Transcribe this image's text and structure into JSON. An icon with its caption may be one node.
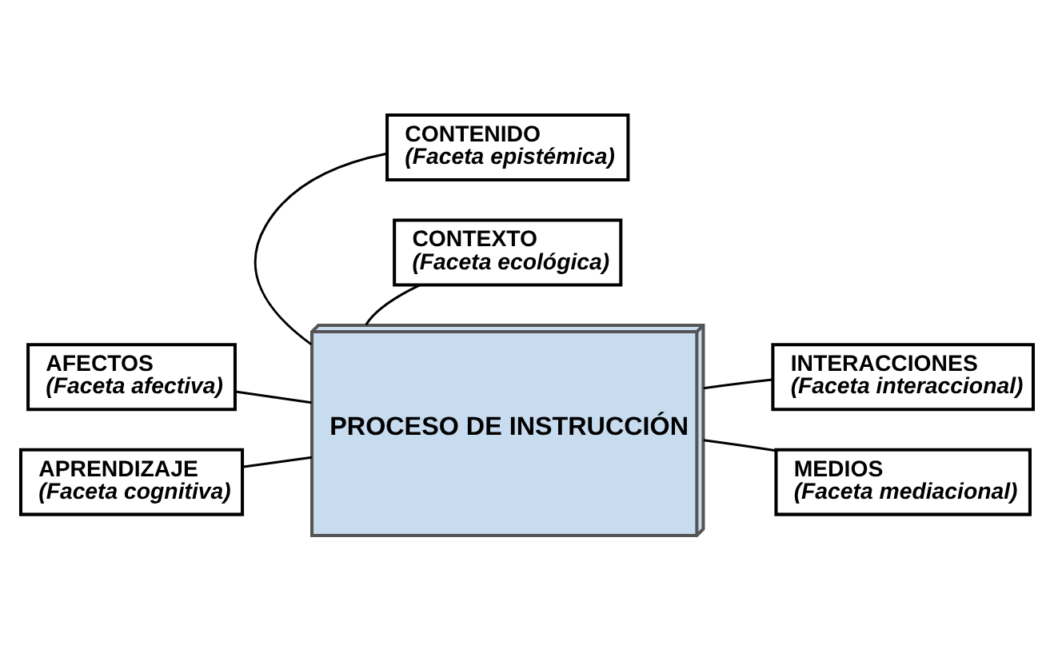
{
  "diagram": {
    "nodes": [
      {
        "text": [
          "CONTENIDO",
          "(Faceta epistémica)"
        ]
      },
      {
        "text": [
          "INTERACCIONES",
          "(Faceta interaccional)"
        ]
      },
      {
        "text": [
          "AFECTOS",
          "(Faceta afectiva)"
        ]
      },
      {
        "text": [
          "PROCESO DE INSTRUCCIÓN"
        ]
      },
      {
        "text": [
          "MEDIOS",
          "(Faceta mediacional)"
        ]
      },
      {
        "text": [
          "APRENDIZAJE",
          "(Faceta cognitiva)"
        ]
      },
      {
        "text": [
          "CONTEXTO",
          "(Faceta ecológica)"
        ]
      }
    ],
    "edges": [
      {
        "from": 0,
        "to": 3,
        "arrow": "none"
      },
      {
        "from": 1,
        "to": 3,
        "arrow": "none"
      },
      {
        "from": 2,
        "to": 3,
        "arrow": "none"
      },
      {
        "from": 4,
        "to": 3,
        "arrow": "none"
      },
      {
        "from": 5,
        "to": 3,
        "arrow": "none"
      },
      {
        "from": 6,
        "to": 3,
        "arrow": "none"
      }
    ]
  }
}
